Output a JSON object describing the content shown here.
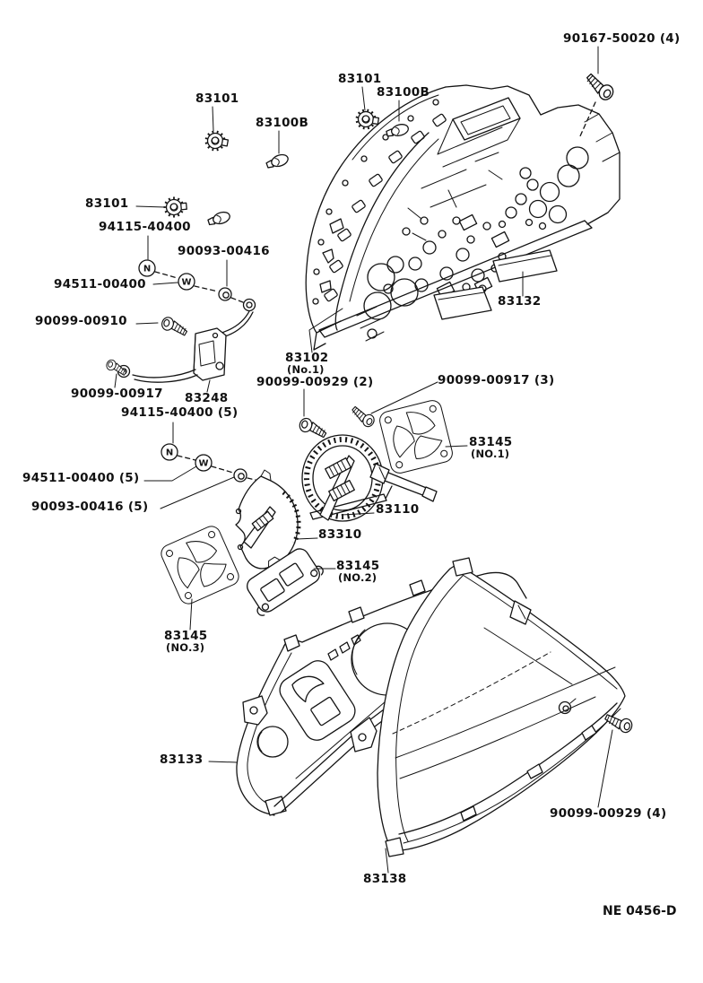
{
  "drawing": {
    "type": "exploded-parts-diagram",
    "subject": "instrument cluster (combination meter)",
    "background_color": "#ffffff",
    "line_color": "#141414",
    "footer_code": "NE 0456-D"
  },
  "symbols": {
    "nut_letter": "N",
    "washer_letter": "W"
  },
  "labels": {
    "p90167_50020": {
      "text": "90167-50020 (4)"
    },
    "p83101_top": {
      "text": "83101"
    },
    "p83100b_left": {
      "text": "83100B"
    },
    "p83101_mid": {
      "text": "83101"
    },
    "p83100b_right": {
      "text": "83100B"
    },
    "p83101_lower": {
      "text": "83101"
    },
    "p94115_40400": {
      "text": "94115-40400"
    },
    "p90093_00416": {
      "text": "90093-00416"
    },
    "p94511_00400": {
      "text": "94511-00400"
    },
    "p90099_00910": {
      "text": "90099-00910"
    },
    "p90099_00917": {
      "text": "90099-00917"
    },
    "p83248": {
      "text": "83248"
    },
    "p94115_40400_5": {
      "text": "94115-40400 (5)"
    },
    "p83102": {
      "text": "83102",
      "sub": "(No.1)"
    },
    "p90099_00929_2": {
      "text": "90099-00929 (2)"
    },
    "p90099_00917_3": {
      "text": "90099-00917 (3)"
    },
    "p83145_no1": {
      "text": "83145",
      "sub": "(NO.1)"
    },
    "p83132": {
      "text": "83132"
    },
    "p94511_00400_5": {
      "text": "94511-00400 (5)"
    },
    "p90093_00416_5": {
      "text": "90093-00416 (5)"
    },
    "p83110": {
      "text": "83110"
    },
    "p83310": {
      "text": "83310"
    },
    "p83145_no2": {
      "text": "83145",
      "sub": "(NO.2)"
    },
    "p83145_no3": {
      "text": "83145",
      "sub": "(NO.3)"
    },
    "p83133": {
      "text": "83133"
    },
    "p90099_00929_4": {
      "text": "90099-00929 (4)"
    },
    "p83138": {
      "text": "83138"
    }
  }
}
